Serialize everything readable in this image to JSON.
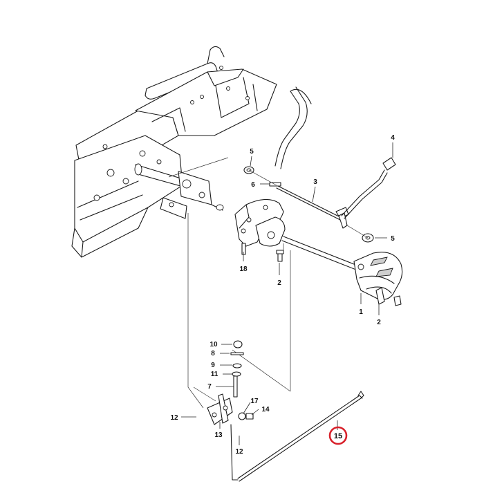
{
  "diagram": {
    "callouts": {
      "c1": "1",
      "c2a": "2",
      "c2b": "2",
      "c3": "3",
      "c4": "4",
      "c5a": "5",
      "c5b": "5",
      "c6": "6",
      "c7": "7",
      "c8": "8",
      "c9": "9",
      "c10": "10",
      "c11": "11",
      "c12a": "12",
      "c12b": "12",
      "c13": "13",
      "c14": "14",
      "c15": "15",
      "c17": "17",
      "c18": "18"
    },
    "highlighted_callout": "15",
    "highlight_color": "#d8202a",
    "line_color": "#1a1a1a"
  }
}
